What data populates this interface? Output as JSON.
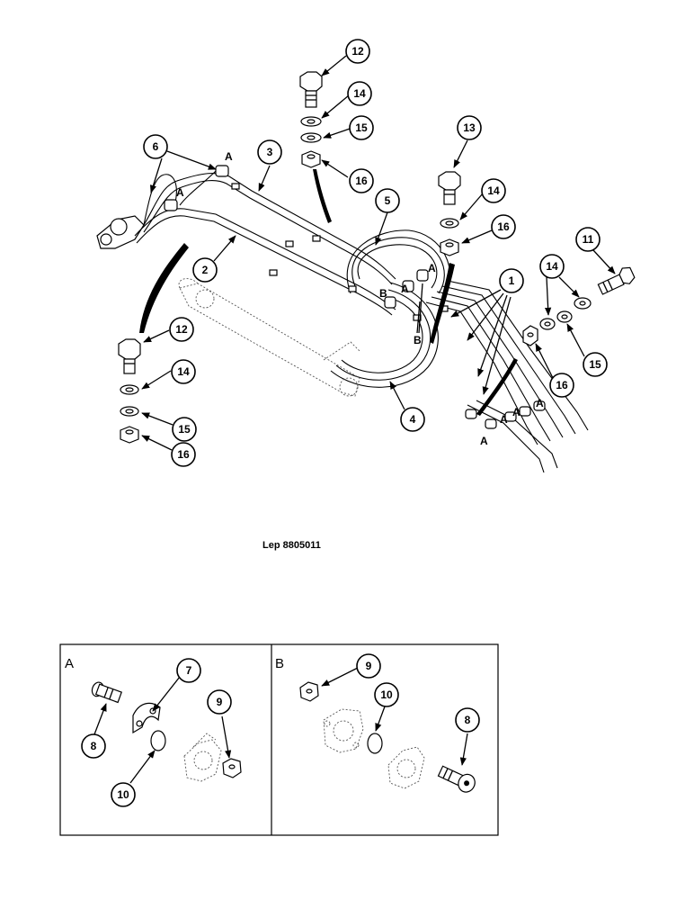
{
  "reference": "Lep 8805011",
  "callouts": {
    "c1": "1",
    "c2": "2",
    "c3": "3",
    "c4": "4",
    "c5": "5",
    "c6": "6",
    "c11": "11",
    "c12a": "12",
    "c12b": "12",
    "c13": "13",
    "c14a": "14",
    "c14b": "14",
    "c14c": "14",
    "c14d": "14",
    "c15a": "15",
    "c15b": "15",
    "c15c": "15",
    "c16a": "16",
    "c16b": "16",
    "c16c": "16",
    "c16d": "16"
  },
  "fitting_labels": {
    "A": "A",
    "B": "B"
  },
  "detail_panels": {
    "A": {
      "letter": "A",
      "c7": "7",
      "c8": "8",
      "c9": "9",
      "c10": "10"
    },
    "B": {
      "letter": "B",
      "c8": "8",
      "c9": "9",
      "c10": "10"
    }
  }
}
